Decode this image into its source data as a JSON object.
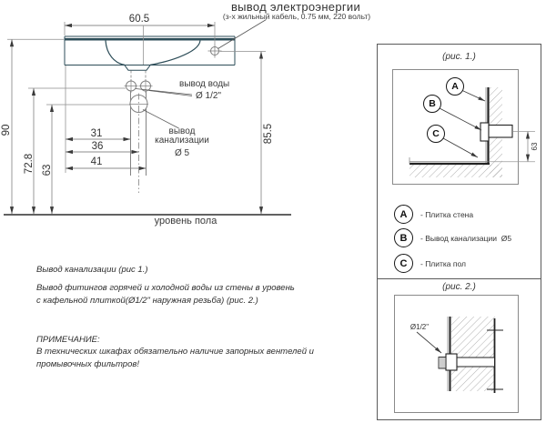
{
  "power": {
    "title": "вывод электроэнергии",
    "subtitle": "(з-х жильный кабель, 0.75 мм, 220 вольт)"
  },
  "dims": {
    "top_width": "60.5",
    "total_height": "90",
    "water_height": "72.8",
    "drain_height": "63",
    "power_height": "85.5",
    "cold_offset": "31",
    "drain_offset": "36",
    "hot_offset": "41"
  },
  "labels": {
    "water_outlet": "вывод воды",
    "water_size": "Ø 1/2\"",
    "drain_outlet_line1": "вывод",
    "drain_outlet_line2": "канализации",
    "drain_size": "Ø 5",
    "floor_level": "уровень пола"
  },
  "notes": {
    "p1": "Вывод канализации (рис 1.)",
    "p2_line1": "Вывод фитингов горячей и холодной воды из стены в уровень",
    "p2_line2": "с кафельной плиткой(Ø1/2\" наружная резьба) (рис. 2.)",
    "note_title": "ПРИМЕЧАНИЕ:",
    "note_line1": "В технических шкафах обязательно наличие запорных вентелей и",
    "note_line2": "промывочных фильтров!"
  },
  "panel": {
    "fig1_title": "(рис. 1.)",
    "fig2_title": "(рис. 2.)",
    "fig1_dim": "63",
    "fig2_label": "Ø1/2\"",
    "callouts": [
      {
        "key": "A",
        "desc": "- Плитка стена"
      },
      {
        "key": "B",
        "desc": "- Вывод канализации  Ø5"
      },
      {
        "key": "C",
        "desc": "- Плитка пол"
      }
    ]
  }
}
